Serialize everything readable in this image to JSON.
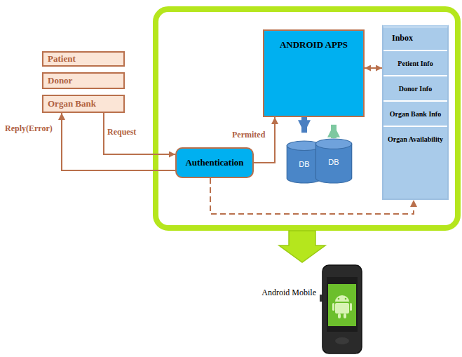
{
  "diagram": {
    "nodes": [
      {
        "text": [
          "Patient"
        ]
      },
      {
        "text": [
          "Donor"
        ]
      },
      {
        "text": [
          "Organ Bank"
        ]
      },
      {
        "text": [
          "Authentication"
        ]
      },
      {
        "text": [
          "ANDROID APPS"
        ]
      },
      {
        "text": [
          "DB"
        ]
      },
      {
        "text": [
          "DB"
        ]
      },
      {
        "text": [
          "Inbox"
        ]
      },
      {
        "text": [
          "Petient Info"
        ],
        "in": 7
      },
      {
        "text": [
          "Donor Info"
        ],
        "in": 7
      },
      {
        "text": [
          "Organ Bank Info"
        ],
        "in": 7
      },
      {
        "text": [
          "Organ Availability"
        ],
        "in": 7
      }
    ],
    "edges": [
      {
        "from": 2,
        "to": 3,
        "label": "Request",
        "arrow": "to"
      },
      {
        "from": 3,
        "to": 2,
        "label": "Reply(Error)",
        "arrow": "to"
      },
      {
        "from": 3,
        "to": 4,
        "label": "Permited",
        "arrow": "to"
      },
      {
        "from": 4,
        "to": 7,
        "arrow": "both"
      },
      {
        "from": 4,
        "to": 5,
        "arrow": "to"
      },
      {
        "from": 6,
        "to": 4,
        "arrow": "to"
      },
      {
        "from": 3,
        "to": 7,
        "arrow": "to"
      }
    ],
    "labels": [
      "Android Mobile"
    ]
  }
}
